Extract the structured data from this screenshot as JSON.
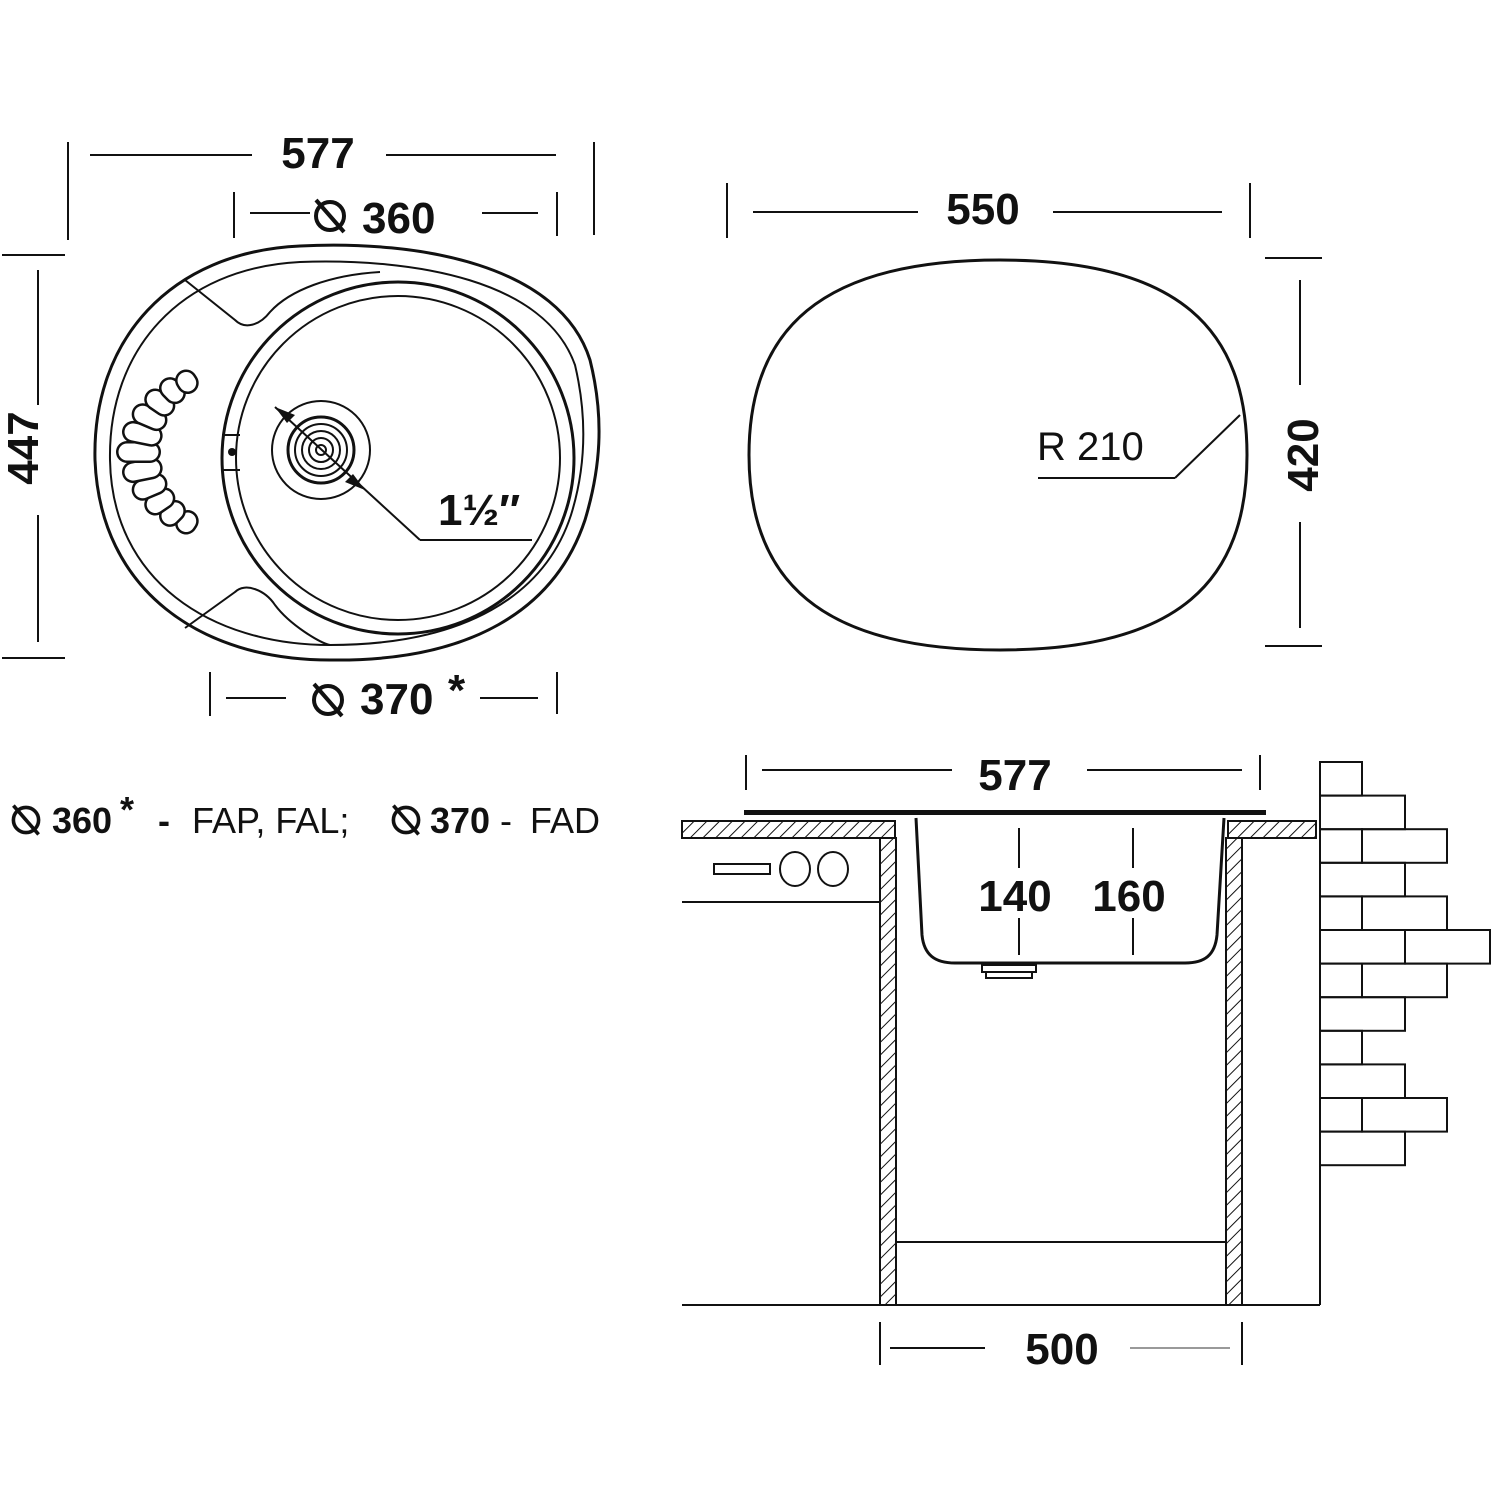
{
  "top_view": {
    "width": "577",
    "bowl_diameter_top": "360",
    "height": "447",
    "bowl_diameter_bottom": "370",
    "bowl_diameter_bottom_mark": "*",
    "drain_size": "1½″"
  },
  "cutout_view": {
    "width": "550",
    "height": "420",
    "radius": "R 210"
  },
  "note": {
    "d1": "360",
    "d1_mark": "*",
    "dash1": "-",
    "models1": "FAP, FAL;",
    "d2": "370",
    "dash2": "-",
    "models2": "FAD"
  },
  "side_view": {
    "width": "577",
    "depth_1": "140",
    "depth_2": "160",
    "cabinet_width": "500"
  },
  "colors": {
    "line": "#111111",
    "background": "#ffffff"
  }
}
